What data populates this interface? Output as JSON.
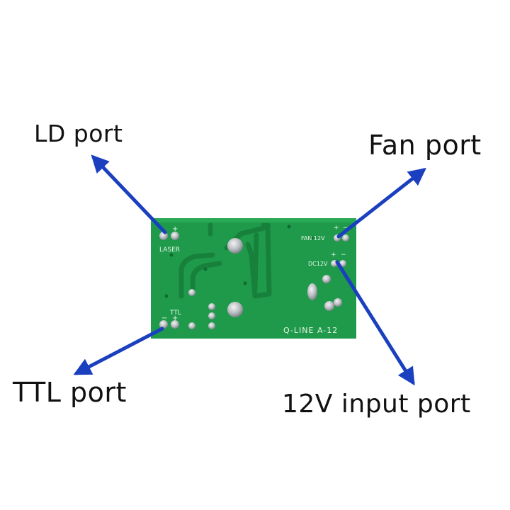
{
  "callouts": {
    "ld_port": "LD port",
    "fan_port": "Fan port",
    "ttl_port": "TTL port",
    "input_port": "12V input port"
  },
  "board": {
    "laser_label": "LASER",
    "ttl_label": "TTL",
    "fan_label": "FAN 12V",
    "dc_label": "DC12V",
    "model_label": "Q-LINE A-12",
    "plus": "+",
    "minus": "−"
  },
  "colors": {
    "board": "#1f9a4a",
    "trace": "#17813c",
    "arrow": "#1a3fbf",
    "pad": "#c9cccf"
  }
}
